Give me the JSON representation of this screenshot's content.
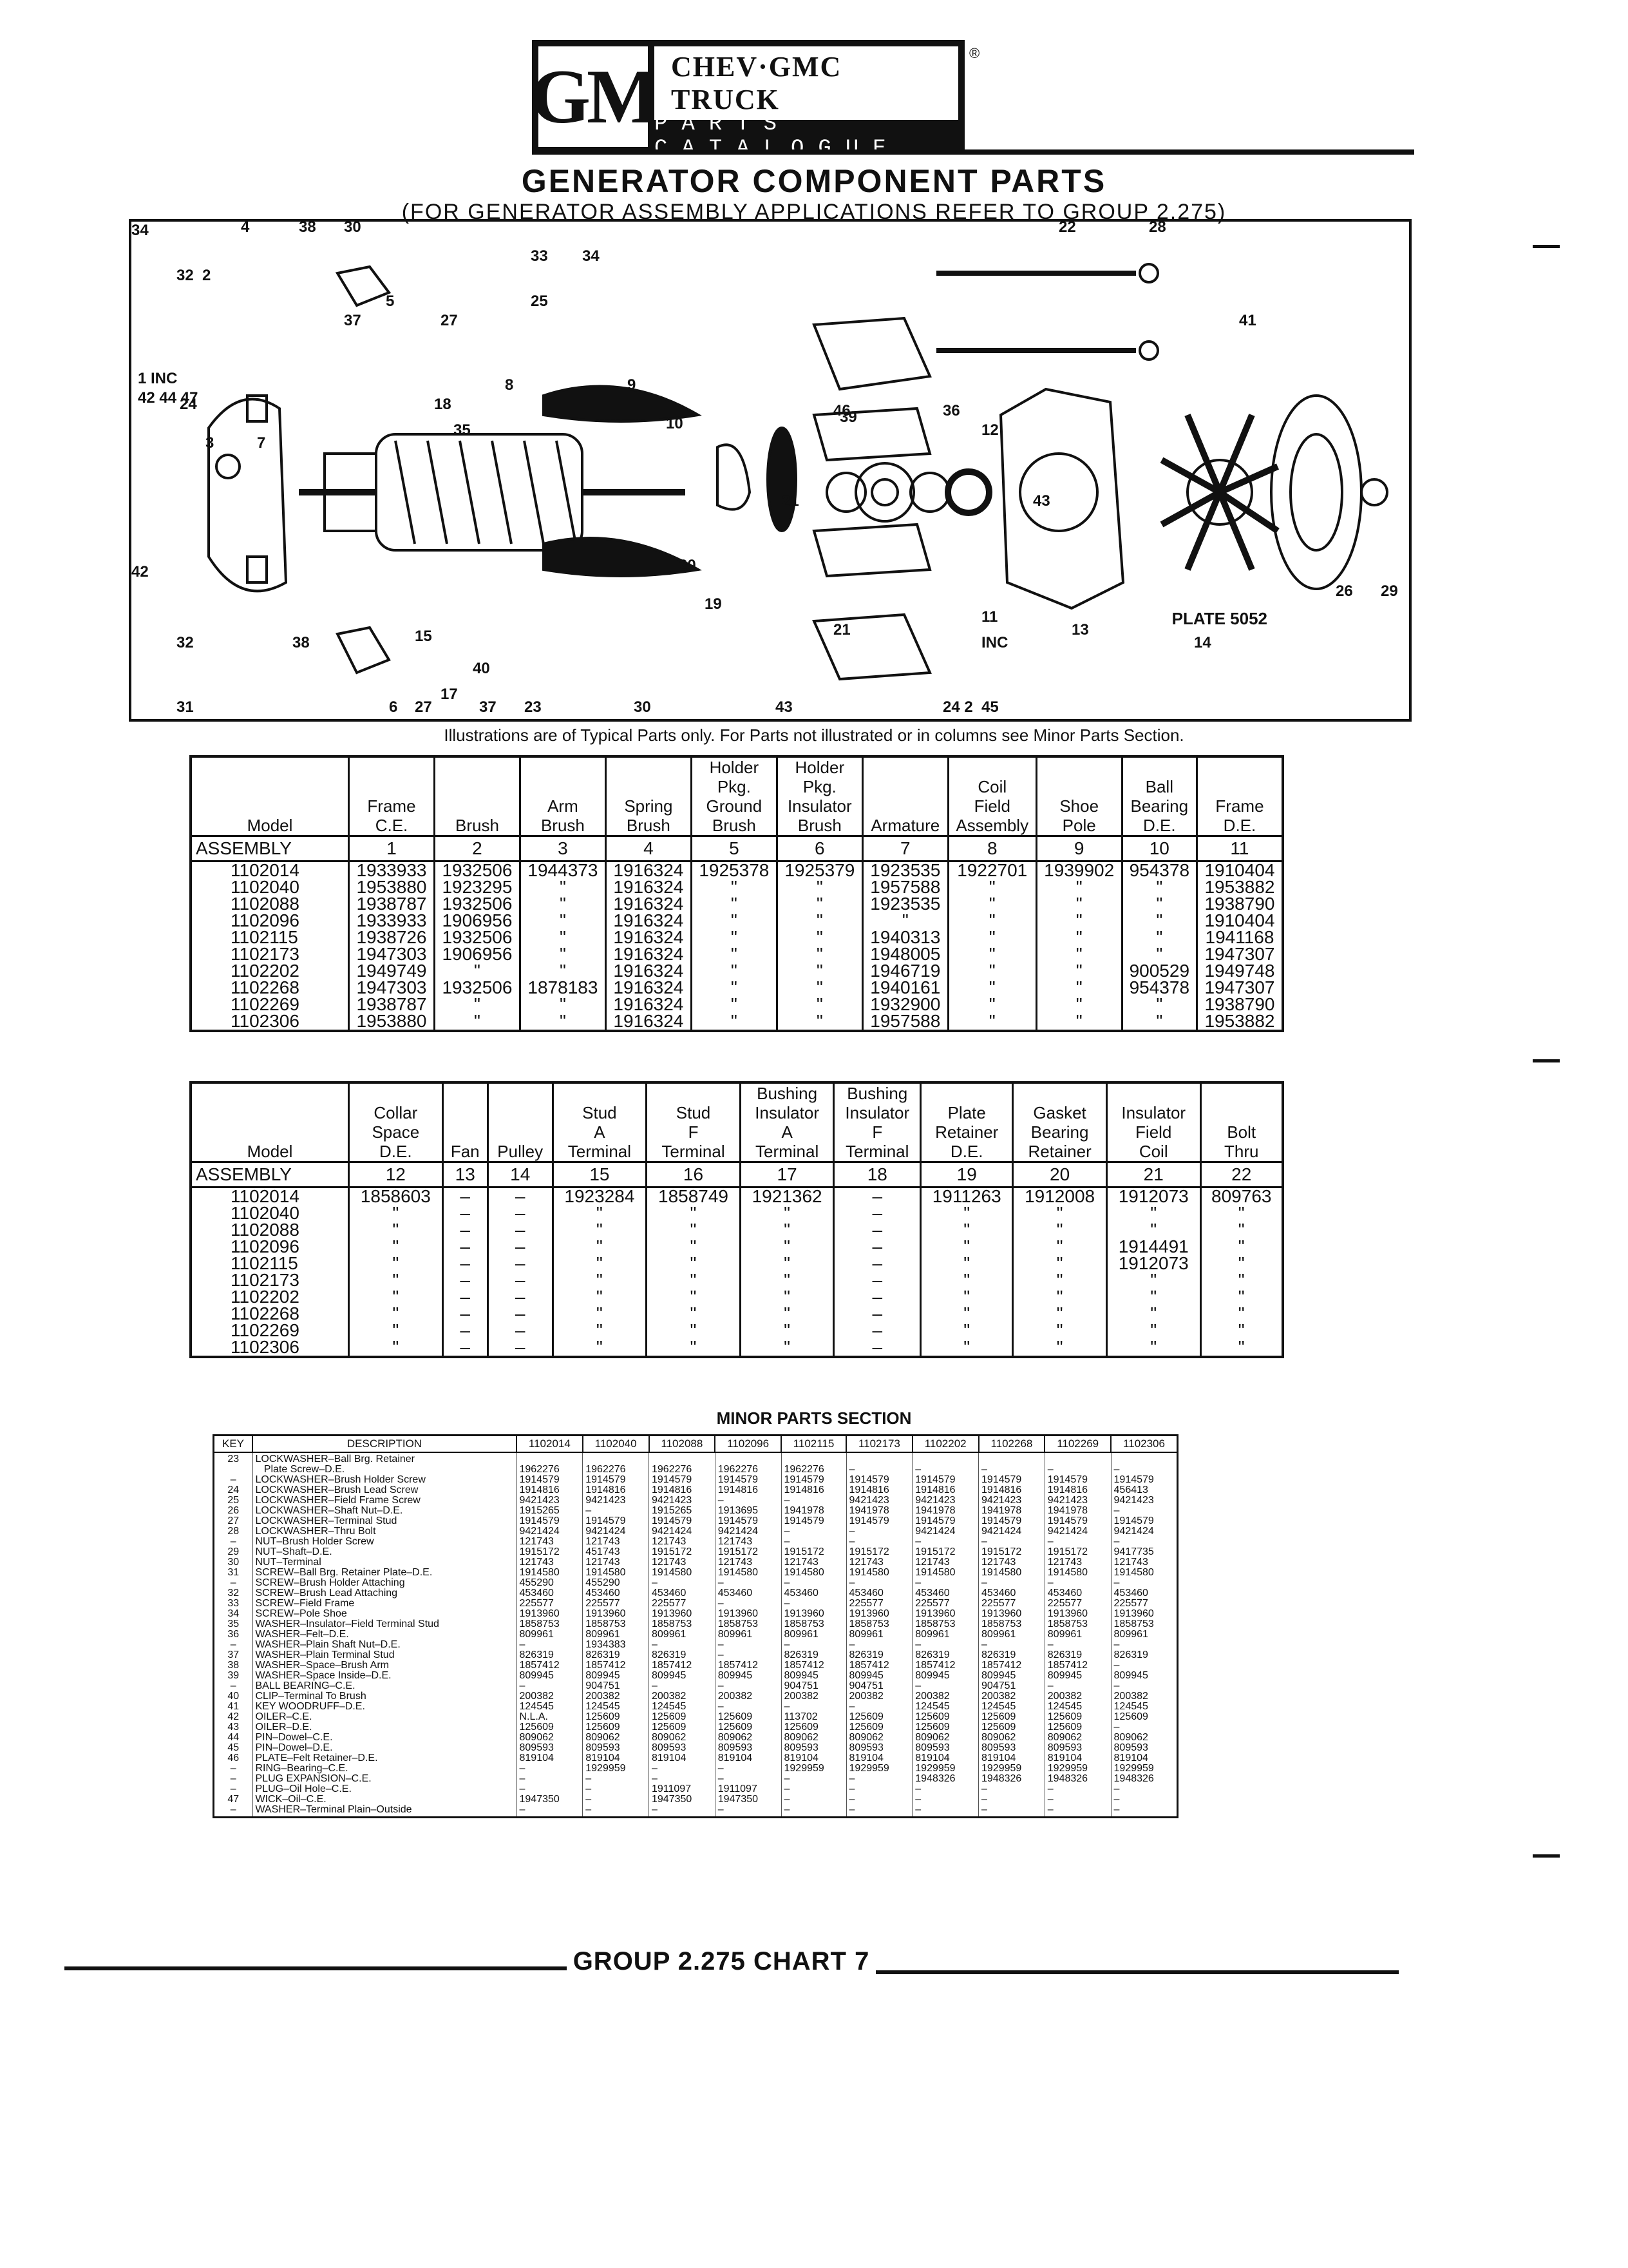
{
  "header": {
    "logo_letters": "GM",
    "brand": "CHEV·GMC TRUCK",
    "catalogue": "PARTS CATALOGUE",
    "reg_mark": "®",
    "title": "GENERATOR  COMPONENT  PARTS",
    "subtitle": "(FOR GENERATOR ASSEMBLY APPLICATIONS REFER TO GROUP 2.275)"
  },
  "illustration": {
    "plate_label": "PLATE 5052",
    "caption": "Illustrations are of Typical Parts only. For Parts not illustrated or in columns see Minor Parts Section.",
    "callouts": [
      "4",
      "38",
      "30",
      "32",
      "2",
      "5",
      "37",
      "27",
      "33",
      "25",
      "34",
      "22",
      "28",
      "41",
      "1 INC",
      "42 44 47",
      "24",
      "3",
      "7",
      "18",
      "35",
      "8",
      "9",
      "21",
      "43",
      "42",
      "19",
      "10",
      "46",
      "36",
      "12",
      "39",
      "20",
      "26",
      "29",
      "38",
      "15",
      "40",
      "17",
      "21",
      "11",
      "INC",
      "13",
      "14",
      "32",
      "6",
      "27",
      "23",
      "37",
      "30",
      "31",
      "24 2",
      "45",
      "43",
      "34"
    ]
  },
  "table1": {
    "headers": [
      "Model",
      "Frame\nC.E.",
      "Brush",
      "Arm\nBrush",
      "Spring\nBrush",
      "Holder\nPkg.\nGround\nBrush",
      "Holder\nPkg.\nInsulator\nBrush",
      "Armature",
      "Coil\nField\nAssembly",
      "Shoe\nPole",
      "Ball\nBearing\nD.E.",
      "Frame\nD.E."
    ],
    "numbers": [
      "ASSEMBLY",
      "1",
      "2",
      "3",
      "4",
      "5",
      "6",
      "7",
      "8",
      "9",
      "10",
      "11"
    ],
    "columns": [
      "1102014\n1102040\n1102088\n1102096\n1102115\n1102173\n1102202\n1102268\n1102269\n1102306",
      "1933933\n1953880\n1938787\n1933933\n1938726\n1947303\n1949749\n1947303\n1938787\n1953880",
      "1932506\n1923295\n1932506\n1906956\n1932506\n1906956\n\"\n1932506\n\"\n\"",
      "1944373\n\"\n\"\n\"\n\"\n\"\n\"\n1878183\n\"\n\"",
      "1916324\n1916324\n1916324\n1916324\n1916324\n1916324\n1916324\n1916324\n1916324\n1916324",
      "1925378\n\"\n\"\n\"\n\"\n\"\n\"\n\"\n\"\n\"",
      "1925379\n\"\n\"\n\"\n\"\n\"\n\"\n\"\n\"\n\"",
      "1923535\n1957588\n1923535\n\"\n1940313\n1948005\n1946719\n1940161\n1932900\n1957588",
      "1922701\n\"\n\"\n\"\n\"\n\"\n\"\n\"\n\"\n\"",
      "1939902\n\"\n\"\n\"\n\"\n\"\n\"\n\"\n\"\n\"",
      "954378\n\"\n\"\n\"\n\"\n\"\n900529\n954378\n\"\n\"",
      "1910404\n1953882\n1938790\n1910404\n1941168\n1947307\n1949748\n1947307\n1938790\n1953882"
    ]
  },
  "table2": {
    "headers": [
      "Model",
      "Collar\nSpace\nD.E.",
      "Fan",
      "Pulley",
      "Stud\nA\nTerminal",
      "Stud\nF\nTerminal",
      "Bushing\nInsulator\nA\nTerminal",
      "Bushing\nInsulator\nF\nTerminal",
      "Plate\nRetainer\nD.E.",
      "Gasket\nBearing\nRetainer",
      "Insulator\nField\nCoil",
      "Bolt\nThru"
    ],
    "numbers": [
      "ASSEMBLY",
      "12",
      "13",
      "14",
      "15",
      "16",
      "17",
      "18",
      "19",
      "20",
      "21",
      "22"
    ],
    "columns": [
      "1102014\n1102040\n1102088\n1102096\n1102115\n1102173\n1102202\n1102268\n1102269\n1102306",
      "1858603\n\"\n\"\n\"\n\"\n\"\n\"\n\"\n\"\n\"",
      "–\n–\n–\n–\n–\n–\n–\n–\n–\n–",
      "–\n–\n–\n–\n–\n–\n–\n–\n–\n–",
      "1923284\n\"\n\"\n\"\n\"\n\"\n\"\n\"\n\"\n\"",
      "1858749\n\"\n\"\n\"\n\"\n\"\n\"\n\"\n\"\n\"",
      "1921362\n\"\n\"\n\"\n\"\n\"\n\"\n\"\n\"\n\"",
      "–\n–\n–\n–\n–\n–\n–\n–\n–\n–",
      "1911263\n\"\n\"\n\"\n\"\n\"\n\"\n\"\n\"\n\"",
      "1912008\n\"\n\"\n\"\n\"\n\"\n\"\n\"\n\"\n\"",
      "1912073\n\"\n\"\n1914491\n1912073\n\"\n\"\n\"\n\"\n\"",
      "809763\n\"\n\"\n\"\n\"\n\"\n\"\n\"\n\"\n\""
    ]
  },
  "minor": {
    "title": "MINOR PARTS SECTION",
    "headers": [
      "KEY",
      "DESCRIPTION",
      "1102014",
      "1102040",
      "1102088",
      "1102096",
      "1102115",
      "1102173",
      "1102202",
      "1102268",
      "1102269",
      "1102306"
    ],
    "keys": "23\n\n–\n24\n25\n26\n27\n28\n–\n29\n30\n31\n–\n32\n33\n34\n35\n36\n–\n37\n38\n39\n–\n40\n41\n42\n43\n44\n45\n46\n–\n–\n–\n47\n–",
    "descriptions": "LOCKWASHER–Ball Brg. Retainer\n   Plate Screw–D.E.\nLOCKWASHER–Brush Holder Screw\nLOCKWASHER–Brush Lead Screw\nLOCKWASHER–Field Frame Screw\nLOCKWASHER–Shaft Nut–D.E.\nLOCKWASHER–Terminal Stud\nLOCKWASHER–Thru Bolt\nNUT–Brush Holder Screw\nNUT–Shaft–D.E.\nNUT–Terminal\nSCREW–Ball Brg. Retainer Plate–D.E.\nSCREW–Brush Holder Attaching\nSCREW–Brush Lead Attaching\nSCREW–Field Frame\nSCREW–Pole Shoe\nWASHER–Insulator–Field Terminal Stud\nWASHER–Felt–D.E.\nWASHER–Plain Shaft Nut–D.E.\nWASHER–Plain Terminal Stud\nWASHER–Space–Brush Arm\nWASHER–Space Inside–D.E.\nBALL BEARING–C.E.\nCLIP–Terminal To Brush\nKEY WOODRUFF–D.E.\nOILER–C.E.\nOILER–D.E.\nPIN–Dowel–C.E.\nPIN–Dowel–D.E.\nPLATE–Felt Retainer–D.E.\nRING–Bearing–C.E.\nPLUG EXPANSION–C.E.\nPLUG–Oil Hole–C.E.\nWICK–Oil–C.E.\nWASHER–Terminal Plain–Outside",
    "columns": [
      "\n1962276\n1914579\n1914816\n9421423\n1915265\n1914579\n9421424\n121743\n1915172\n121743\n1914580\n455290\n453460\n225577\n1913960\n1858753\n809961\n–\n826319\n1857412\n809945\n–\n200382\n124545\nN.L.A.\n125609\n809062\n809593\n819104\n–\n–\n–\n1947350\n–",
      "\n1962276\n1914579\n1914816\n9421423\n–\n1914579\n9421424\n121743\n451743\n121743\n1914580\n455290\n453460\n225577\n1913960\n1858753\n809961\n1934383\n826319\n1857412\n809945\n904751\n200382\n124545\n125609\n125609\n809062\n809593\n819104\n1929959\n–\n–\n–\n–",
      "\n1962276\n1914579\n1914816\n9421423\n1915265\n1914579\n9421424\n121743\n1915172\n121743\n1914580\n–\n453460\n225577\n1913960\n1858753\n809961\n–\n826319\n1857412\n809945\n–\n200382\n124545\n125609\n125609\n809062\n809593\n819104\n–\n–\n1911097\n1947350\n–",
      "\n1962276\n1914579\n1914816\n–\n1913695\n1914579\n9421424\n121743\n1915172\n121743\n1914580\n–\n453460\n–\n1913960\n1858753\n809961\n–\n–\n1857412\n809945\n–\n200382\n–\n125609\n125609\n809062\n809593\n819104\n–\n–\n1911097\n1947350\n–",
      "\n1962276\n1914579\n1914816\n–\n1941978\n1914579\n–\n–\n1915172\n121743\n1914580\n–\n453460\n–\n1913960\n1858753\n809961\n–\n826319\n1857412\n809945\n904751\n200382\n–\n113702\n125609\n809062\n809593\n819104\n1929959\n–\n–\n–\n–",
      "\n–\n1914579\n1914816\n9421423\n1941978\n1914579\n–\n–\n1915172\n121743\n1914580\n–\n453460\n225577\n1913960\n1858753\n809961\n–\n826319\n1857412\n809945\n904751\n200382\n–\n125609\n125609\n809062\n809593\n819104\n1929959\n–\n–\n–\n–",
      "\n–\n1914579\n1914816\n9421423\n1941978\n1914579\n9421424\n–\n1915172\n121743\n1914580\n–\n453460\n225577\n1913960\n1858753\n809961\n–\n826319\n1857412\n809945\n–\n200382\n124545\n125609\n125609\n809062\n809593\n819104\n1929959\n1948326\n–\n–\n–",
      "\n–\n1914579\n1914816\n9421423\n1941978\n1914579\n9421424\n–\n1915172\n121743\n1914580\n–\n453460\n225577\n1913960\n1858753\n809961\n–\n826319\n1857412\n809945\n904751\n200382\n124545\n125609\n125609\n809062\n809593\n819104\n1929959\n1948326\n–\n–\n–",
      "\n–\n1914579\n1914816\n9421423\n1941978\n1914579\n9421424\n–\n1915172\n121743\n1914580\n–\n453460\n225577\n1913960\n1858753\n809961\n–\n826319\n1857412\n809945\n–\n200382\n124545\n125609\n125609\n809062\n809593\n819104\n1929959\n1948326\n–\n–\n–",
      "\n–\n1914579\n456413\n9421423\n–\n1914579\n9421424\n–\n9417735\n121743\n1914580\n–\n453460\n225577\n1913960\n1858753\n809961\n–\n826319\n–\n809945\n–\n200382\n124545\n125609\n–\n809062\n809593\n819104\n1929959\n1948326\n–\n–\n–"
    ]
  },
  "footer": {
    "text": "GROUP 2.275 CHART 7"
  }
}
